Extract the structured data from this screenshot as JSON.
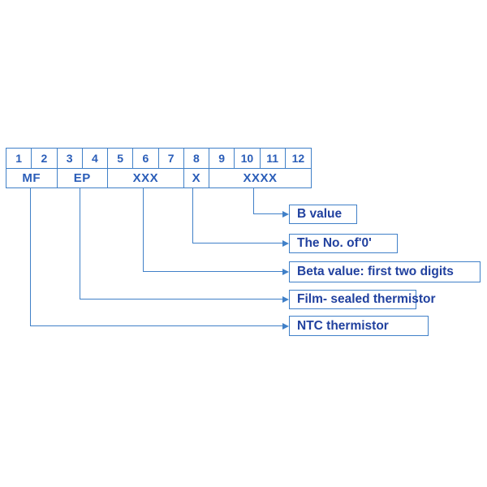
{
  "diagram": {
    "table": {
      "digits": [
        "1",
        "2",
        "3",
        "4",
        "5",
        "6",
        "7",
        "8",
        "9",
        "10",
        "11",
        "12"
      ],
      "groups": [
        {
          "label": "MF",
          "span": 2
        },
        {
          "label": "EP",
          "span": 2
        },
        {
          "label": "XXX",
          "span": 3
        },
        {
          "label": "X",
          "span": 1
        },
        {
          "label": "XXXX",
          "span": 4
        }
      ]
    },
    "callouts": [
      {
        "label": "B value",
        "from_group": "XXXX"
      },
      {
        "label": "The No. of'0'",
        "from_group": "X"
      },
      {
        "label": "Beta value: first two digits",
        "from_group": "XXX"
      },
      {
        "label": "Film- sealed thermistor",
        "from_group": "EP"
      },
      {
        "label": "NTC thermistor",
        "from_group": "MF"
      }
    ],
    "colors": {
      "line": "#4080c8",
      "table_text": "#2a5db8",
      "label_text": "#21419f",
      "background": "#ffffff"
    }
  }
}
